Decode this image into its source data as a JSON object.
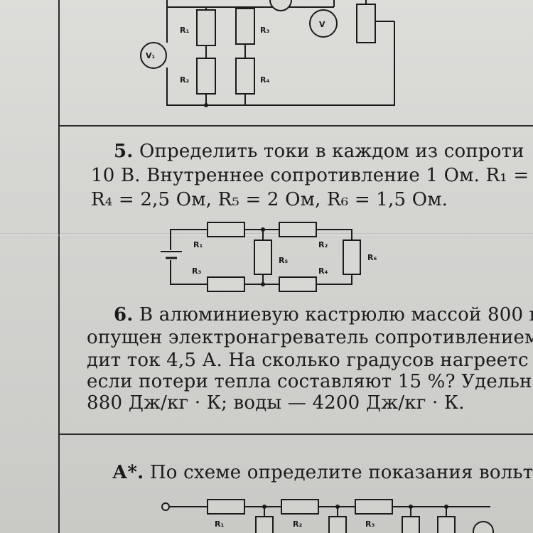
{
  "problem5": {
    "number": "5.",
    "line1": "Определить токи в каждом из сопроти",
    "line2": "10 В. Внутреннее сопротивление 1 Ом. R₁ =",
    "line3": "R₄ = 2,5 Ом, R₅ = 2 Ом, R₆ = 1,5 Ом."
  },
  "problem6": {
    "number": "6.",
    "line1": "В алюминиевую кастрюлю массой 800 г",
    "line2": "опущен электронагреватель сопротивлением",
    "line3": "дит ток 4,5 А. На сколько градусов нагреетс",
    "line4": "если потери тепла составляют 15 %? Удельн",
    "line5": "880 Дж/кг · К; воды — 4200 Дж/кг · К."
  },
  "problemA": {
    "number": "А*.",
    "line1": "По схеме определите показания вольтм"
  },
  "top_circuit": {
    "labels": [
      "R₁",
      "R₂",
      "R₃",
      "R₄",
      "V₁",
      "V"
    ]
  },
  "mid_circuit": {
    "labels": [
      "R₁",
      "R₂",
      "R₃",
      "R₄",
      "R₅",
      "R₆"
    ]
  },
  "bottom_circuit": {
    "labels": [
      "R₁",
      "R₂",
      "R₃"
    ]
  }
}
